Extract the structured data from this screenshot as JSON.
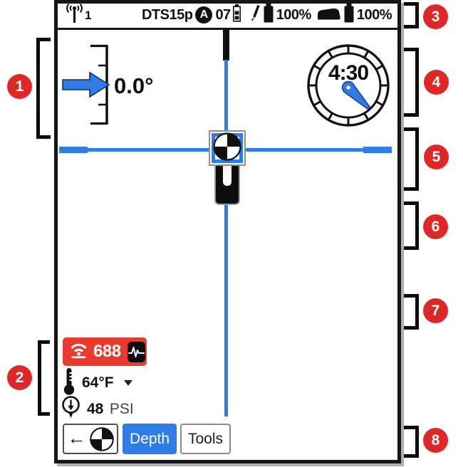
{
  "status_bar": {
    "channel": "1",
    "device_label": "DTS15p",
    "mode_badge": "A",
    "frequency": "07",
    "pen_battery_pct": "100%",
    "display_battery_pct": "100%"
  },
  "pitch_gauge": {
    "pitch": "0.0°"
  },
  "roll_clock": {
    "time": "4:30"
  },
  "signal_badge": {
    "value": "688"
  },
  "temperature": {
    "value": "64°F"
  },
  "pressure": {
    "value": "48",
    "unit": "PSI"
  },
  "toolbar": {
    "back_arrow": "←",
    "depth_label": "Depth",
    "tools_label": "Tools"
  },
  "callouts": {
    "labels": [
      "1",
      "2",
      "3",
      "4",
      "5",
      "6",
      "7",
      "8"
    ]
  },
  "colors": {
    "accent_blue": "#2e7ce5",
    "alert_red": "#e93a2f",
    "callout_red": "#de2726"
  }
}
